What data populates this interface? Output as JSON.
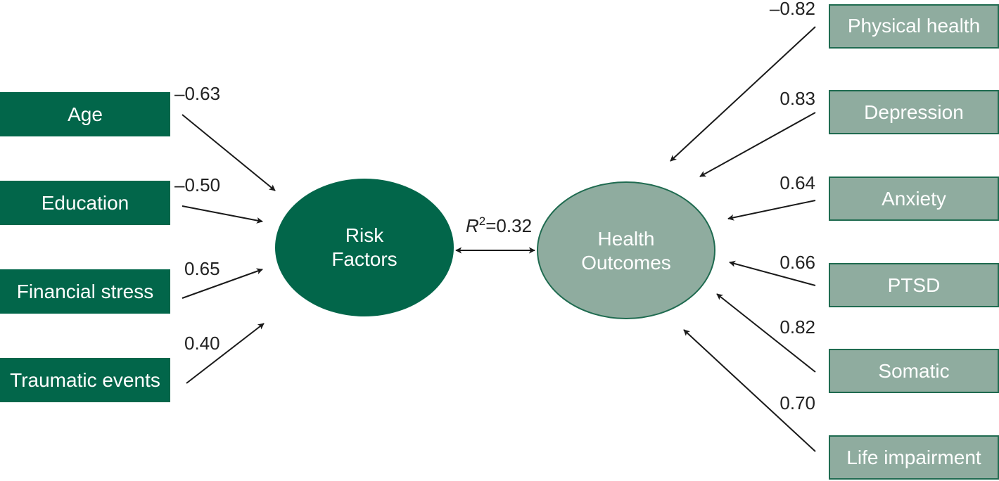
{
  "colors": {
    "risk_dark_green": "#02664a",
    "outcome_sage": "#8fac9f",
    "outcome_border": "#1f6b50",
    "arrow": "#1a1a1a"
  },
  "risk_factors": {
    "label_line1": "Risk",
    "label_line2": "Factors",
    "inputs": [
      {
        "label": "Age",
        "coef": "–0.63"
      },
      {
        "label": "Education",
        "coef": "–0.50"
      },
      {
        "label": "Financial stress",
        "coef": "0.65"
      },
      {
        "label": "Traumatic events",
        "coef": "0.40"
      }
    ]
  },
  "health_outcomes": {
    "label_line1": "Health",
    "label_line2": "Outcomes",
    "indicators": [
      {
        "label": "Physical health",
        "coef": "–0.82"
      },
      {
        "label": "Depression",
        "coef": "0.83"
      },
      {
        "label": "Anxiety",
        "coef": "0.64"
      },
      {
        "label": "PTSD",
        "coef": "0.66"
      },
      {
        "label": "Somatic",
        "coef": "0.82"
      },
      {
        "label": "Life impairment",
        "coef": "0.70"
      }
    ]
  },
  "correlation": {
    "symbol": "R",
    "superscript": "2",
    "value": "=0.32"
  }
}
